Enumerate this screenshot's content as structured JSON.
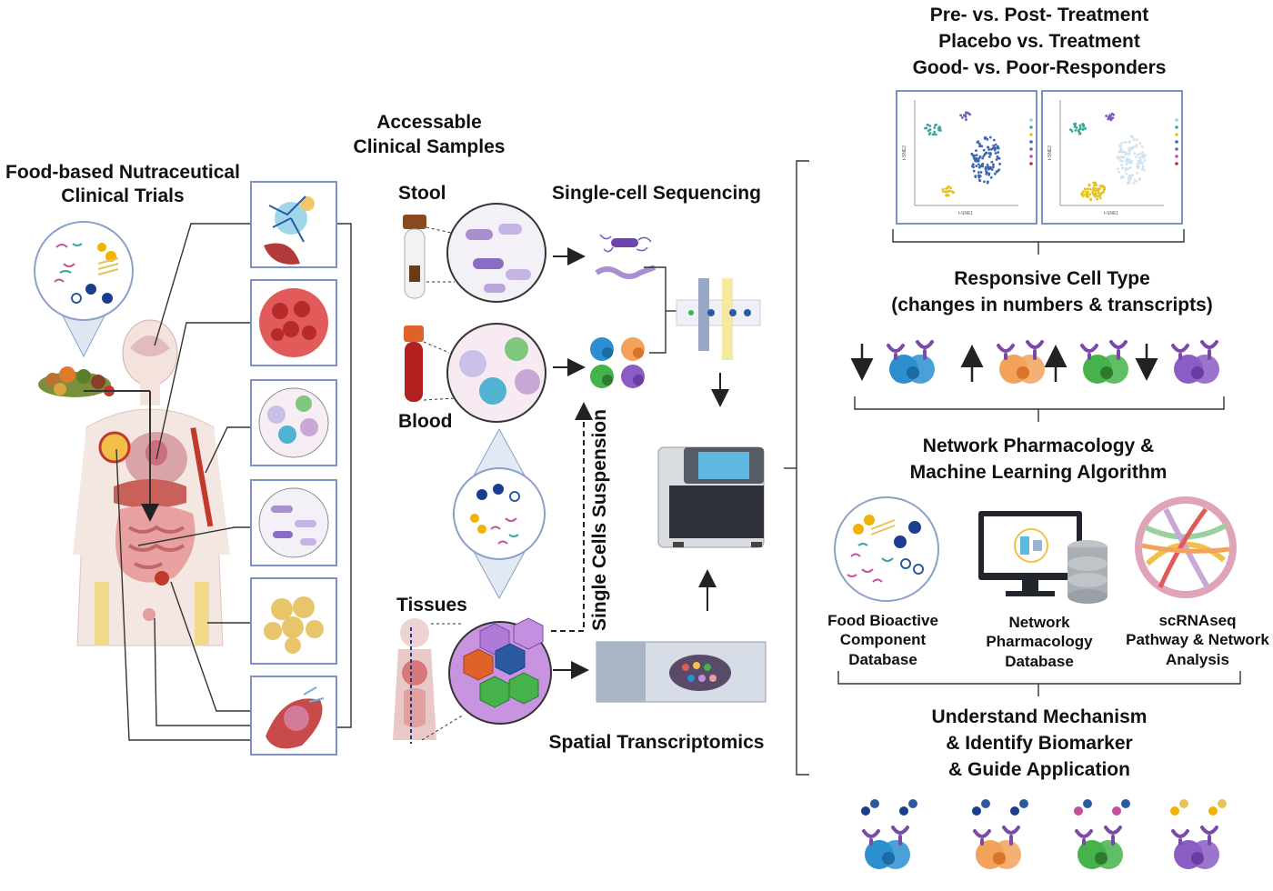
{
  "trials": {
    "line1": "Food-based Nutraceutical",
    "line2": "Clinical Trials"
  },
  "samples": {
    "title1": "Accessable",
    "title2": "Clinical Samples",
    "stool": "Stool",
    "blood": "Blood",
    "tissues": "Tissues",
    "sc_seq": "Single-cell Sequencing",
    "suspension": "Single Cells Suspension",
    "spatial": "Spatial Transcriptomics"
  },
  "comparisons": [
    "Pre- vs. Post- Treatment",
    "Placebo vs. Treatment",
    "Good- vs. Poor-Responders"
  ],
  "tsne": {
    "xlabel": "t-SNE1",
    "ylabel": "t-SNE2"
  },
  "responsive": {
    "line1": "Responsive Cell Type",
    "line2": "(changes in numbers & transcripts)"
  },
  "cell_changes": [
    {
      "direction": "down",
      "color": "#2b8fd0"
    },
    {
      "direction": "up",
      "color": "#f2a25a"
    },
    {
      "direction": "up",
      "color": "#45b34a"
    },
    {
      "direction": "down",
      "color": "#8a5cc4"
    }
  ],
  "network": {
    "line1": "Network Pharmacology &",
    "line2": "Machine Learning Algorithm"
  },
  "databases": [
    {
      "l1": "Food Bioactive",
      "l2": "Component",
      "l3": "Database"
    },
    {
      "l1": "Network",
      "l2": "Pharmacology",
      "l3": "Database"
    },
    {
      "l1": "scRNAseq",
      "l2": "Pathway & Network",
      "l3": "Analysis"
    }
  ],
  "outcome": {
    "line1": "Understand Mechanism",
    "line2": "& Identify Biomarker",
    "line3": "& Guide Application"
  },
  "colors": {
    "line": "#333333",
    "panel_border": "#7d93c8",
    "cyan": "#3aa7c9",
    "orange": "#f2a25a",
    "green": "#45b34a",
    "purple": "#8a5cc4",
    "red": "#c62828"
  }
}
